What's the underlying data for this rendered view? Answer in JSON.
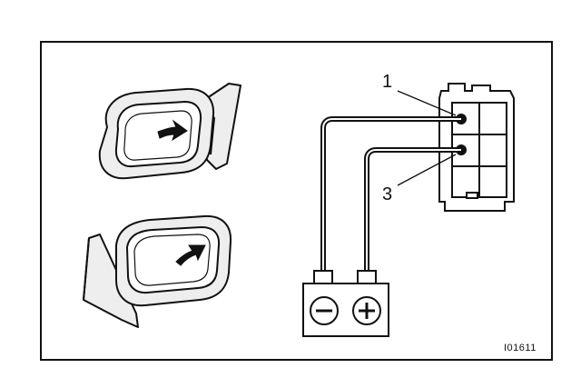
{
  "diagram": {
    "terminal_labels": {
      "top": "1",
      "bottom": "3"
    },
    "battery": {
      "negative_symbol": "minus",
      "positive_symbol": "plus"
    },
    "figure_code": "I01611",
    "colors": {
      "line": "#111111",
      "mirror_fill": "#eeeeee",
      "background": "#ffffff"
    },
    "icons": [
      "arrow-right-icon",
      "arrow-up-right-icon",
      "minus-icon",
      "plus-icon"
    ]
  }
}
